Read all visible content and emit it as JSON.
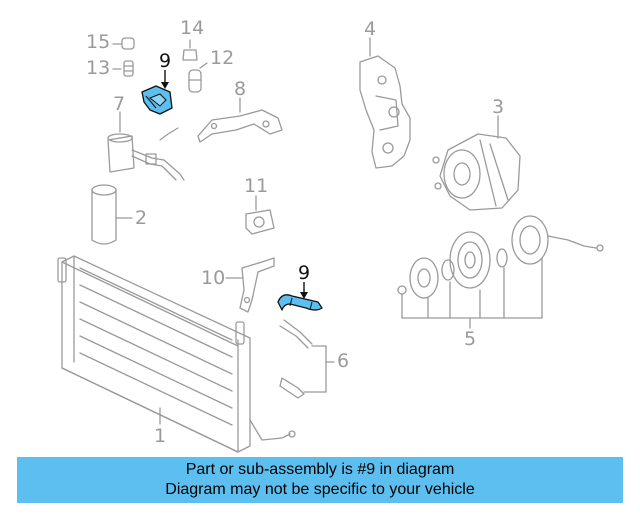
{
  "diagram": {
    "callouts": [
      {
        "id": "c15",
        "text": "15",
        "highlight": false
      },
      {
        "id": "c14",
        "text": "14",
        "highlight": false
      },
      {
        "id": "c13",
        "text": "13",
        "highlight": false
      },
      {
        "id": "c12",
        "text": "12",
        "highlight": false
      },
      {
        "id": "c9a",
        "text": "9",
        "highlight": true
      },
      {
        "id": "c4",
        "text": "4",
        "highlight": false
      },
      {
        "id": "c8",
        "text": "8",
        "highlight": false
      },
      {
        "id": "c7",
        "text": "7",
        "highlight": false
      },
      {
        "id": "c3",
        "text": "3",
        "highlight": false
      },
      {
        "id": "c11",
        "text": "11",
        "highlight": false
      },
      {
        "id": "c2",
        "text": "2",
        "highlight": false
      },
      {
        "id": "c9b",
        "text": "9",
        "highlight": true
      },
      {
        "id": "c10",
        "text": "10",
        "highlight": false
      },
      {
        "id": "c5",
        "text": "5",
        "highlight": false
      },
      {
        "id": "c6",
        "text": "6",
        "highlight": false
      },
      {
        "id": "c1",
        "text": "1",
        "highlight": false
      }
    ],
    "colors": {
      "line": "#9a9a9a",
      "highlight_fill": "#5cbff0",
      "highlight_stroke": "#111111",
      "banner": "#5cbff0"
    }
  },
  "banner": {
    "line1": "Part or sub-assembly is #9 in diagram",
    "line2": "Diagram may not be specific to your vehicle"
  }
}
